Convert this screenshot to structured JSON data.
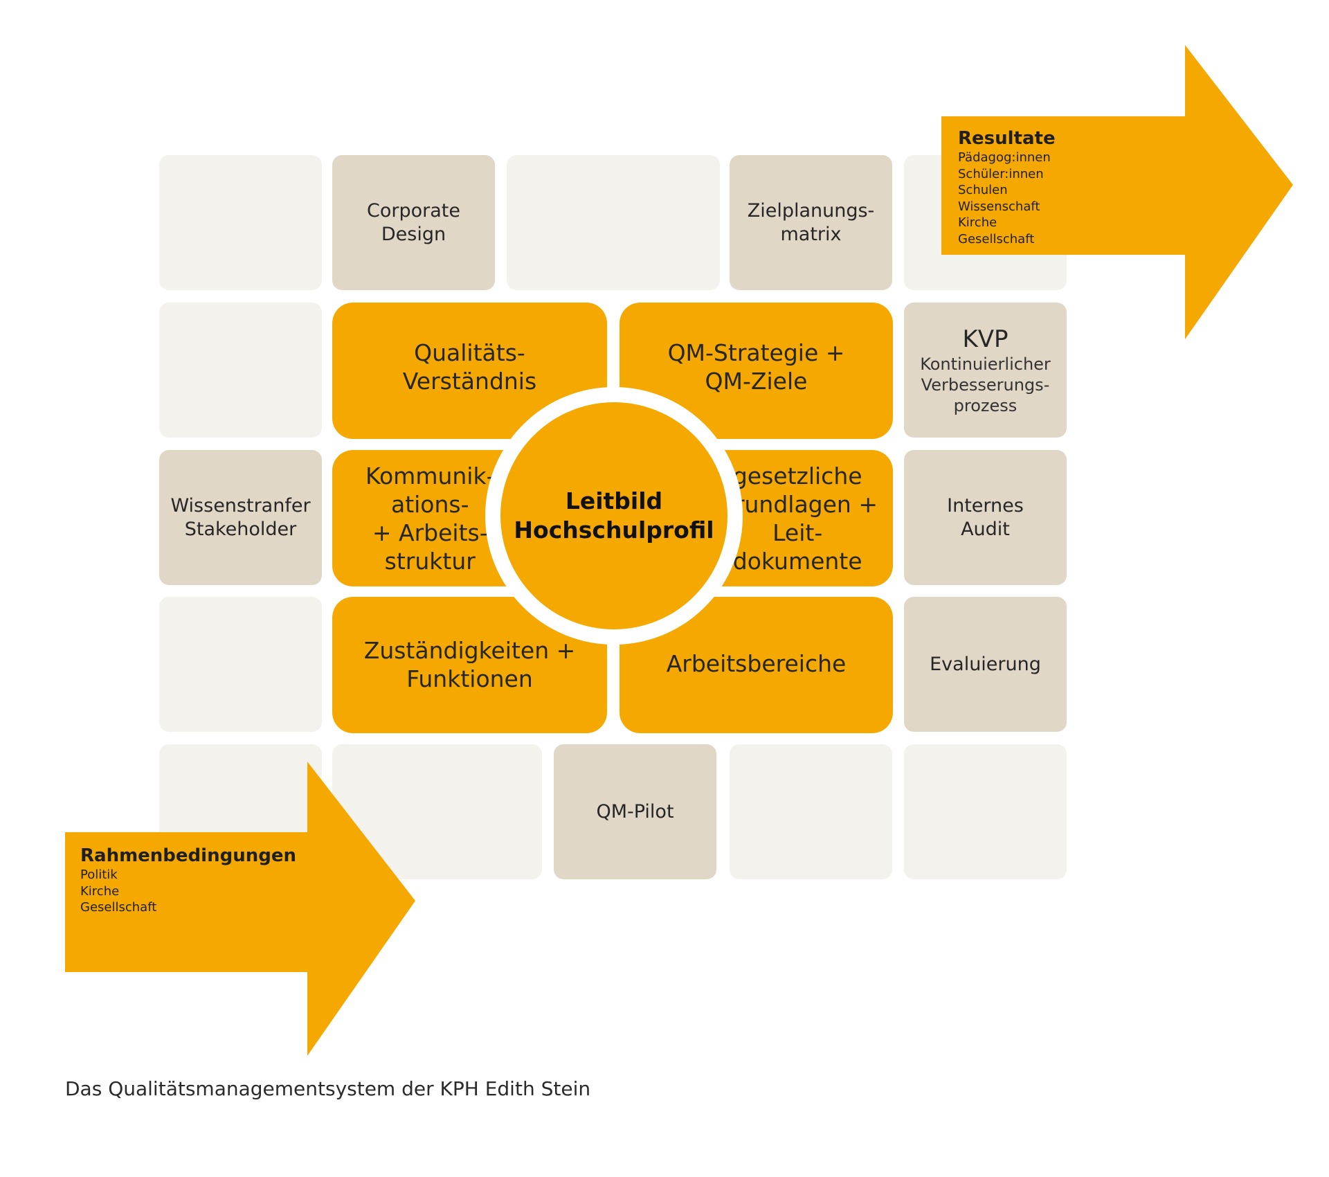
{
  "colors": {
    "orange": "#f5a800",
    "beige": "#e0d7c6",
    "light": "#f3f2ed",
    "white": "#ffffff"
  },
  "tiles": {
    "corporate_design": "Corporate\nDesign",
    "zielplanungsmatrix": "Zielplanungs-\nmatrix",
    "kvp_title": "KVP",
    "kvp_subtitle": "Kontinuierlicher\nVerbesserungs-\nprozess",
    "wissenstranfer": "Wissenstranfer\nStakeholder",
    "internes_audit": "Internes\nAudit",
    "evaluierung": "Evaluierung",
    "qm_pilot": "QM-Pilot"
  },
  "core": {
    "qualitaetsverstaendnis": "Qualitäts-\nVerständnis",
    "qm_strategie": "QM-Strategie +\nQM-Ziele",
    "kommunikation": "Kommunik-\nations-\n+ Arbeits-\nstruktur",
    "gesetzliche": "gesetzliche\nGrundlagen +\nLeit-\ndokumente",
    "zustaendigkeiten": "Zuständigkeiten +\nFunktionen",
    "arbeitsbereiche": "Arbeitsbereiche",
    "leitbild": "Leitbild\nHochschulprofil"
  },
  "arrow_resultate": {
    "title": "Resultate",
    "items": [
      "Pädagog:innen",
      "Schüler:innen",
      "Schulen",
      "Wissenschaft",
      "Kirche",
      "Gesellschaft"
    ]
  },
  "arrow_rahmen": {
    "title": "Rahmenbedingungen",
    "items": [
      "Politik",
      "Kirche",
      "Gesellschaft"
    ]
  },
  "caption": "Das Qualitätsmanagementsystem der KPH Edith Stein"
}
